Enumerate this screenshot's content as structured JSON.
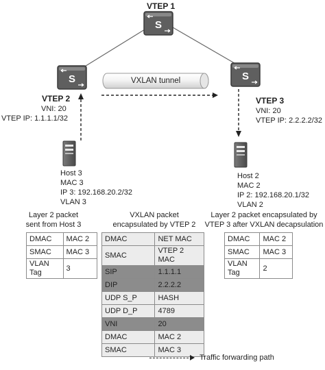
{
  "vtep1": {
    "title": "VTEP 1"
  },
  "vtep2": {
    "title": "VTEP 2",
    "vni": "VNI: 20",
    "ip": "VTEP IP: 1.1.1.1/32"
  },
  "vtep3": {
    "title": "VTEP 3",
    "vni": "VNI: 20",
    "ip": "VTEP IP: 2.2.2.2/32"
  },
  "tunnel": {
    "label": "VXLAN tunnel"
  },
  "host3": {
    "lines": [
      "Host 3",
      "MAC 3",
      "IP 3: 192.168.20.2/32",
      "VLAN 3"
    ]
  },
  "host2": {
    "lines": [
      "Host 2",
      "MAC 2",
      "IP 2: 192.168.20.1/32",
      "VLAN 2"
    ]
  },
  "switch_glyph": "S",
  "packets": {
    "left": {
      "caption": [
        "Layer 2 packet",
        "sent from Host 3"
      ],
      "rows": [
        [
          "DMAC",
          "MAC 2"
        ],
        [
          "SMAC",
          "MAC 3"
        ],
        [
          "VLAN Tag",
          "3"
        ]
      ]
    },
    "middle": {
      "caption": [
        "VXLAN packet",
        "encapsulated by VTEP 2"
      ],
      "rows": [
        [
          "DMAC",
          "NET MAC"
        ],
        [
          "SMAC",
          "VTEP 2 MAC"
        ],
        [
          "SIP",
          "1.1.1.1"
        ],
        [
          "DIP",
          "2.2.2.2"
        ],
        [
          "UDP S_P",
          "HASH"
        ],
        [
          "UDP D_P",
          "4789"
        ],
        [
          "VNI",
          "20"
        ],
        [
          "DMAC",
          "MAC 2"
        ],
        [
          "SMAC",
          "MAC 3"
        ]
      ],
      "row_styles": [
        "light",
        "light",
        "dark",
        "dark",
        "light",
        "light",
        "dark",
        "light",
        "light"
      ]
    },
    "right": {
      "caption": [
        "Layer 2 packet encapsulated by",
        "VTEP 3 after VXLAN decapsulation"
      ],
      "rows": [
        [
          "DMAC",
          "MAC 2"
        ],
        [
          "SMAC",
          "MAC 3"
        ],
        [
          "VLAN Tag",
          "2"
        ]
      ]
    }
  },
  "legend": {
    "label": "Traffic forwarding path"
  },
  "colors": {
    "switch_fill": "#5f5f5f",
    "switch_border": "#3a3a3a",
    "shaded_row": "#8c8c8c",
    "light_row": "#ececec",
    "link": "#666666"
  }
}
